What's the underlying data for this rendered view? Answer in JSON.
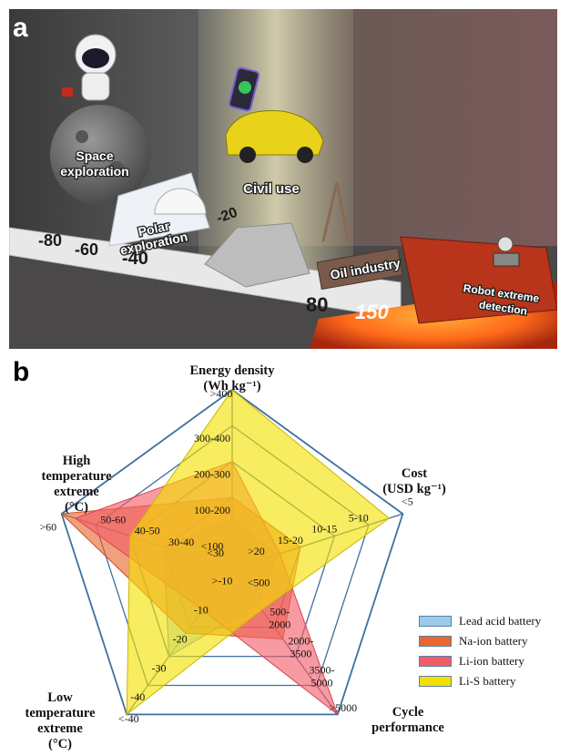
{
  "panels": {
    "a": "a",
    "b": "b"
  },
  "scene": {
    "labels": {
      "space": [
        "Space",
        "exploration"
      ],
      "polar": [
        "Polar",
        "exploration"
      ],
      "civil": "Civil use",
      "oil": "Oil industry",
      "robot": [
        "Robot extreme",
        "detection"
      ]
    },
    "scale": [
      "-80",
      "-60",
      "-40",
      "-20",
      "80",
      "150"
    ]
  },
  "chart_data": {
    "type": "radar",
    "levels": 5,
    "axes": [
      {
        "title": [
          "Energy density",
          "(Wh kg⁻¹)"
        ],
        "ticks": [
          "<100",
          "100-200",
          "200-300",
          "300-400",
          ">400"
        ]
      },
      {
        "title": [
          "Cost",
          "(USD kg⁻¹)"
        ],
        "ticks": [
          ">20",
          "15-20",
          "10-15",
          "5-10",
          "<5"
        ]
      },
      {
        "title": [
          "Cycle",
          "performance"
        ],
        "ticks": [
          "<500",
          "500-\n2000",
          "2000-\n3500",
          "3500-\n5000",
          ">5000"
        ]
      },
      {
        "title": [
          "Low",
          "temperature",
          "extreme",
          "(°C)"
        ],
        "ticks": [
          ">-10",
          "-10",
          "-20",
          "-30",
          "-40\n<-40"
        ]
      },
      {
        "title": [
          "High",
          "temperature",
          "extreme",
          "(°C)"
        ],
        "ticks": [
          "<30",
          "30-40",
          "40-50",
          "50-60",
          ">60"
        ]
      }
    ],
    "series": [
      {
        "name": "Lead acid battery",
        "values": [
          1.4,
          1.3,
          1.2,
          3.0,
          2.0
        ],
        "color": "#9ccbea",
        "stroke": "#4f8dbf"
      },
      {
        "name": "Na-ion battery",
        "values": [
          2.0,
          2.0,
          2.4,
          2.2,
          5.0
        ],
        "color": "#e9662e",
        "stroke": "#c9511f"
      },
      {
        "name": "Li-ion battery",
        "values": [
          3.0,
          1.4,
          5.0,
          1.4,
          4.6
        ],
        "color": "#f25c67",
        "stroke": "#d9434f"
      },
      {
        "name": "Li-S battery",
        "values": [
          5.0,
          4.6,
          1.4,
          5.0,
          3.0
        ],
        "color": "#f4e000",
        "stroke": "#c8b800"
      }
    ]
  }
}
